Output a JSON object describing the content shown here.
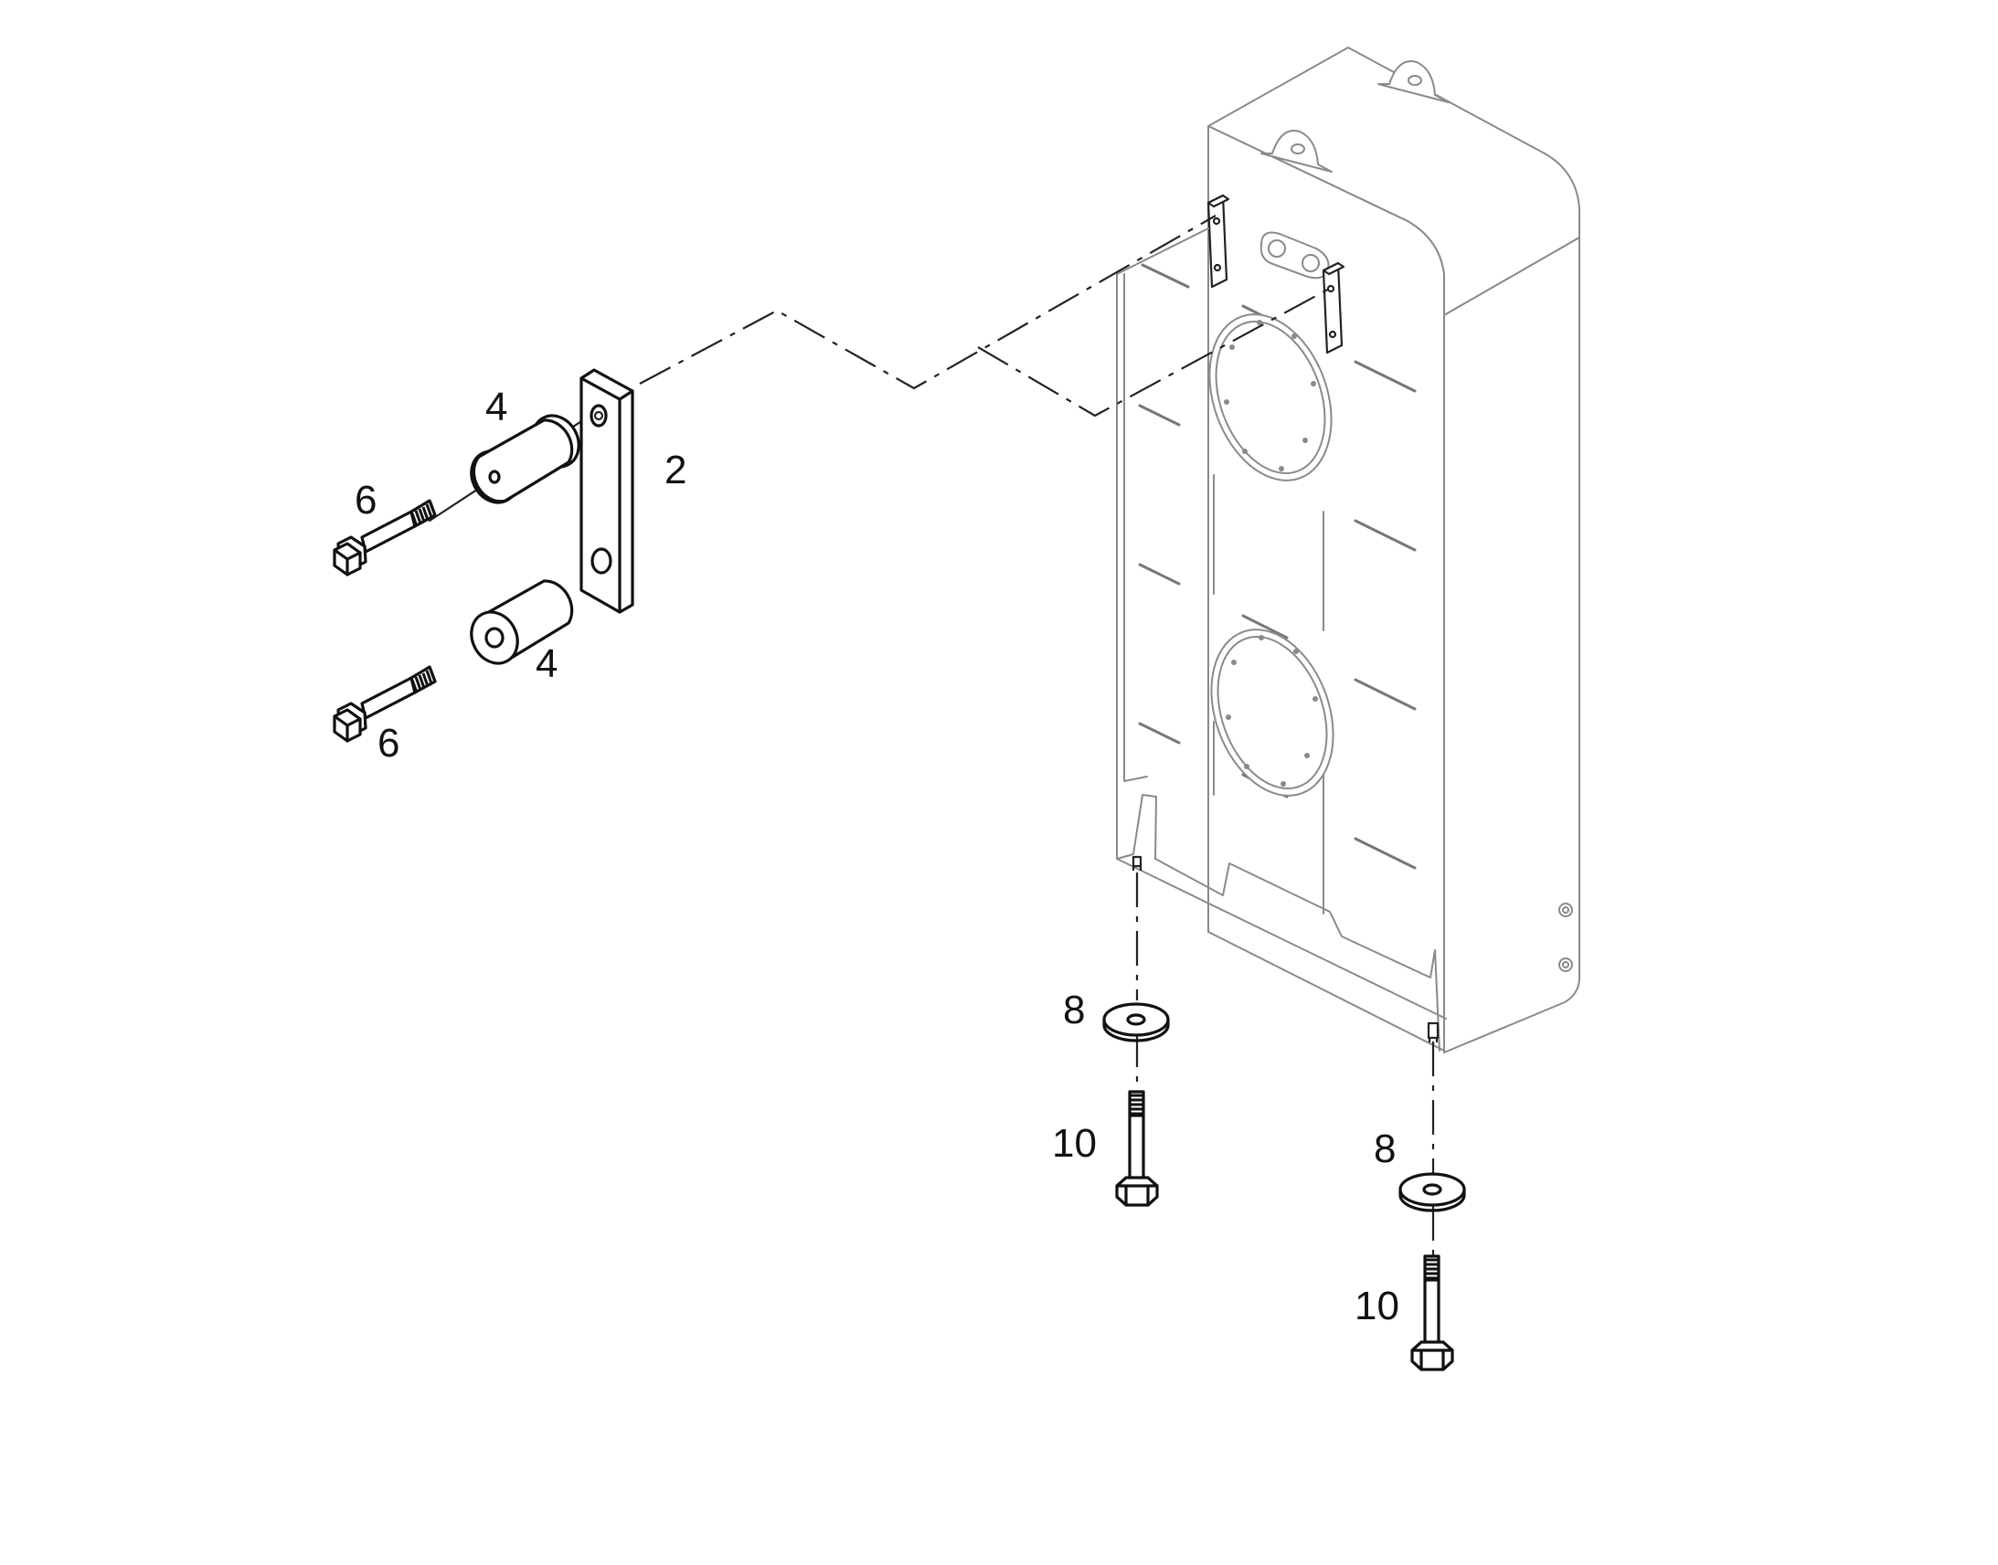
{
  "diagram": {
    "callouts": [
      {
        "id": "2",
        "text": "2"
      },
      {
        "id": "4a",
        "text": "4"
      },
      {
        "id": "4b",
        "text": "4"
      },
      {
        "id": "6a",
        "text": "6"
      },
      {
        "id": "6b",
        "text": "6"
      },
      {
        "id": "8a",
        "text": "8"
      },
      {
        "id": "8b",
        "text": "8"
      },
      {
        "id": "10a",
        "text": "10"
      },
      {
        "id": "10b",
        "text": "10"
      }
    ]
  },
  "colors": {
    "line": "#222222",
    "enclosure_line": "#8a8a8a",
    "background": "#ffffff"
  }
}
